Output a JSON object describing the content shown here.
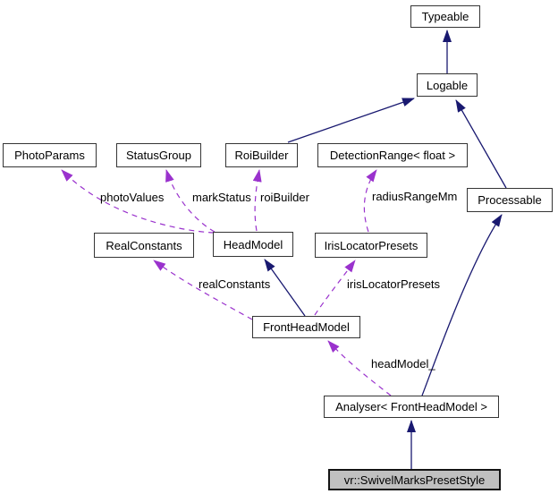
{
  "diagram": {
    "type": "class-collaboration-graph",
    "selected_node": "vr::SwivelMarksPresetStyle",
    "colors": {
      "inheritance_edge": "#191970",
      "usage_edge": "#9a32cd",
      "node_border": "#353535",
      "node_fill": "#ffffff",
      "selected_node_fill": "#c0c0c0",
      "text": "#000000",
      "background": "#ffffff"
    },
    "nodes": [
      {
        "label": "Typeable"
      },
      {
        "label": "Logable"
      },
      {
        "label": "PhotoParams"
      },
      {
        "label": "StatusGroup"
      },
      {
        "label": "RoiBuilder"
      },
      {
        "label": "DetectionRange< float >"
      },
      {
        "label": "Processable"
      },
      {
        "label": "RealConstants"
      },
      {
        "label": "HeadModel"
      },
      {
        "label": "IrisLocatorPresets"
      },
      {
        "label": "FrontHeadModel"
      },
      {
        "label": "Analyser< FrontHeadModel >"
      },
      {
        "label": "vr::SwivelMarksPresetStyle",
        "selected": true
      }
    ],
    "edges": [
      {
        "from": "Logable",
        "to": "Typeable",
        "kind": "inheritance",
        "label": ""
      },
      {
        "from": "RoiBuilder",
        "to": "Logable",
        "kind": "inheritance",
        "label": ""
      },
      {
        "from": "Processable",
        "to": "Logable",
        "kind": "inheritance",
        "label": ""
      },
      {
        "from": "FrontHeadModel",
        "to": "HeadModel",
        "kind": "inheritance",
        "label": ""
      },
      {
        "from": "Analyser< FrontHeadModel >",
        "to": "Processable",
        "kind": "inheritance",
        "label": ""
      },
      {
        "from": "vr::SwivelMarksPresetStyle",
        "to": "Analyser< FrontHeadModel >",
        "kind": "inheritance",
        "label": ""
      },
      {
        "from": "HeadModel",
        "to": "PhotoParams",
        "kind": "usage",
        "label": "photoValues"
      },
      {
        "from": "HeadModel",
        "to": "StatusGroup",
        "kind": "usage",
        "label": "markStatus"
      },
      {
        "from": "HeadModel",
        "to": "RoiBuilder",
        "kind": "usage",
        "label": "roiBuilder"
      },
      {
        "from": "IrisLocatorPresets",
        "to": "DetectionRange< float >",
        "kind": "usage",
        "label": "radiusRangeMm"
      },
      {
        "from": "FrontHeadModel",
        "to": "RealConstants",
        "kind": "usage",
        "label": "realConstants"
      },
      {
        "from": "FrontHeadModel",
        "to": "IrisLocatorPresets",
        "kind": "usage",
        "label": "irisLocatorPresets"
      },
      {
        "from": "Analyser< FrontHeadModel >",
        "to": "FrontHeadModel",
        "kind": "usage",
        "label": "headModel_"
      }
    ]
  }
}
